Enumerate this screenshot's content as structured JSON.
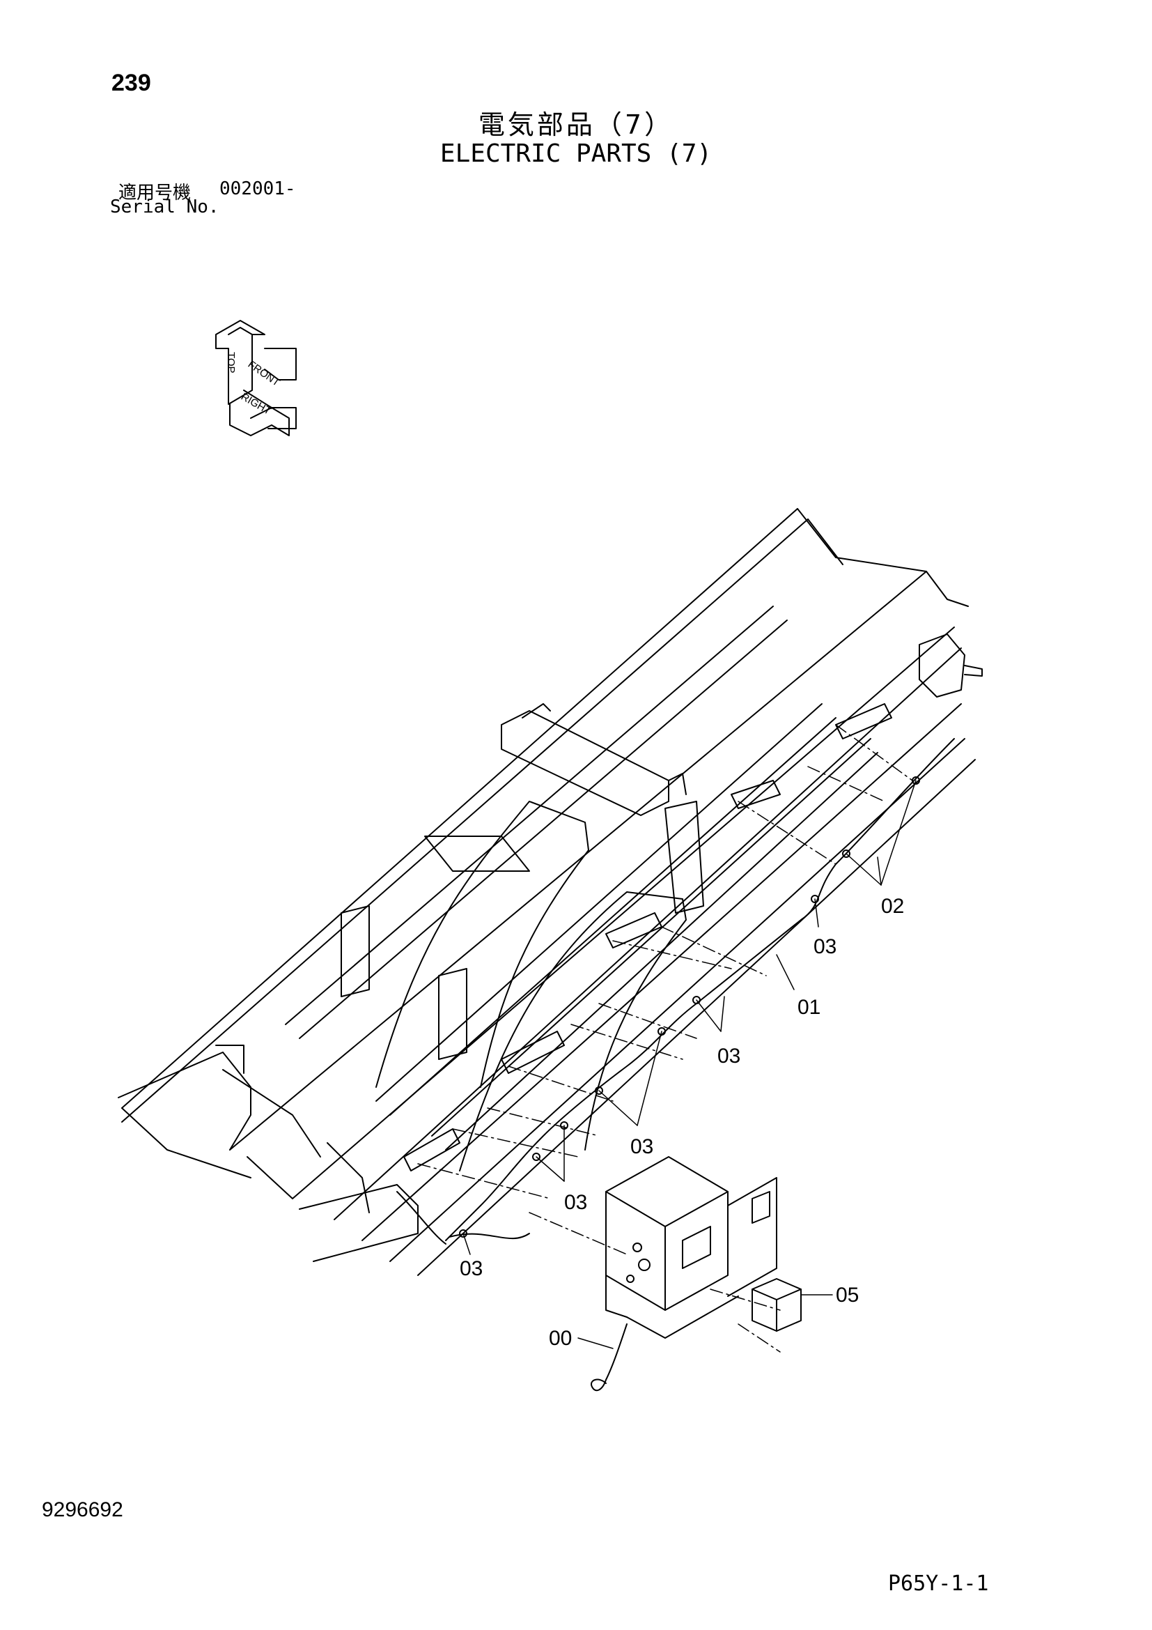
{
  "header": {
    "page_number": "239",
    "title_jp": "電気部品（7）",
    "title_en": "ELECTRIC PARTS (7)",
    "serial_label_jp": "適用号機",
    "serial_value": "002001-",
    "serial_label_en": "Serial No."
  },
  "orientation_icon": {
    "labels": [
      "TOP",
      "FRONT",
      "RIGHT"
    ]
  },
  "callouts": [
    "02",
    "03",
    "01",
    "03",
    "03",
    "03",
    "03",
    "05",
    "00"
  ],
  "footer": {
    "doc_id": "9296692",
    "page_code": "P65Y-1-1"
  }
}
